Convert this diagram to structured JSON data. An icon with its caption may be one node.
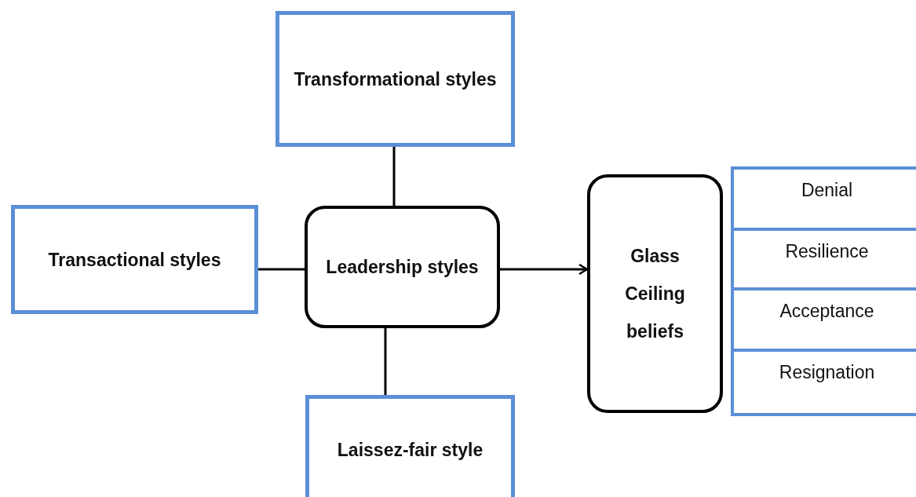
{
  "diagram": {
    "nodes": [
      {
        "text": [
          "Transformational styles"
        ]
      },
      {
        "text": [
          "Transactional styles"
        ]
      },
      {
        "text": [
          "Leadership styles"
        ]
      },
      {
        "text": [
          "Laissez-fair style"
        ]
      },
      {
        "text": [
          "Glass Ceiling beliefs"
        ]
      },
      {
        "text": [
          "Denial"
        ]
      },
      {
        "text": [
          "Resilience"
        ]
      },
      {
        "text": [
          "Acceptance"
        ]
      },
      {
        "text": [
          "Resignation"
        ]
      }
    ],
    "edges": [
      {
        "from": 0,
        "to": 2,
        "arrow": "none"
      },
      {
        "from": 1,
        "to": 2,
        "arrow": "none"
      },
      {
        "from": 2,
        "to": 3,
        "arrow": "none"
      },
      {
        "from": 2,
        "to": 4,
        "arrow": "to"
      }
    ]
  }
}
